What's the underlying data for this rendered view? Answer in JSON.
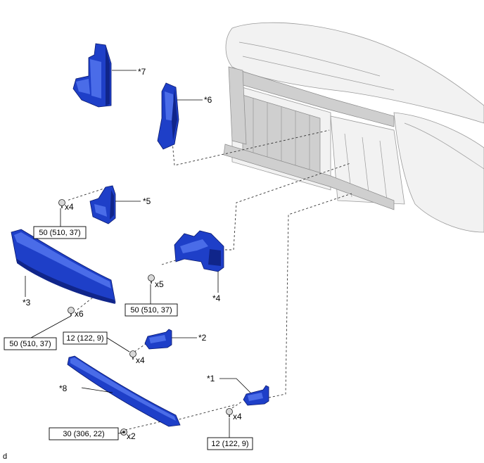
{
  "diagram": {
    "part_labels": {
      "p1": "*1",
      "p2": "*2",
      "p3": "*3",
      "p4": "*4",
      "p5": "*5",
      "p6": "*6",
      "p7": "*7",
      "p8": "*8"
    },
    "quantities": {
      "q_p5": "x4",
      "q_p4": "x5",
      "q_p3": "x6",
      "q_p2": "x4",
      "q_p1": "x4",
      "q_p8": "x2"
    },
    "torque_specs": {
      "t_p5": "50 (510, 37)",
      "t_p4": "50 (510, 37)",
      "t_p3": "50 (510, 37)",
      "t_p2": "12 (122, 9)",
      "t_p1": "12 (122, 9)",
      "t_p8": "30 (306, 22)"
    },
    "corner_code": "d"
  }
}
